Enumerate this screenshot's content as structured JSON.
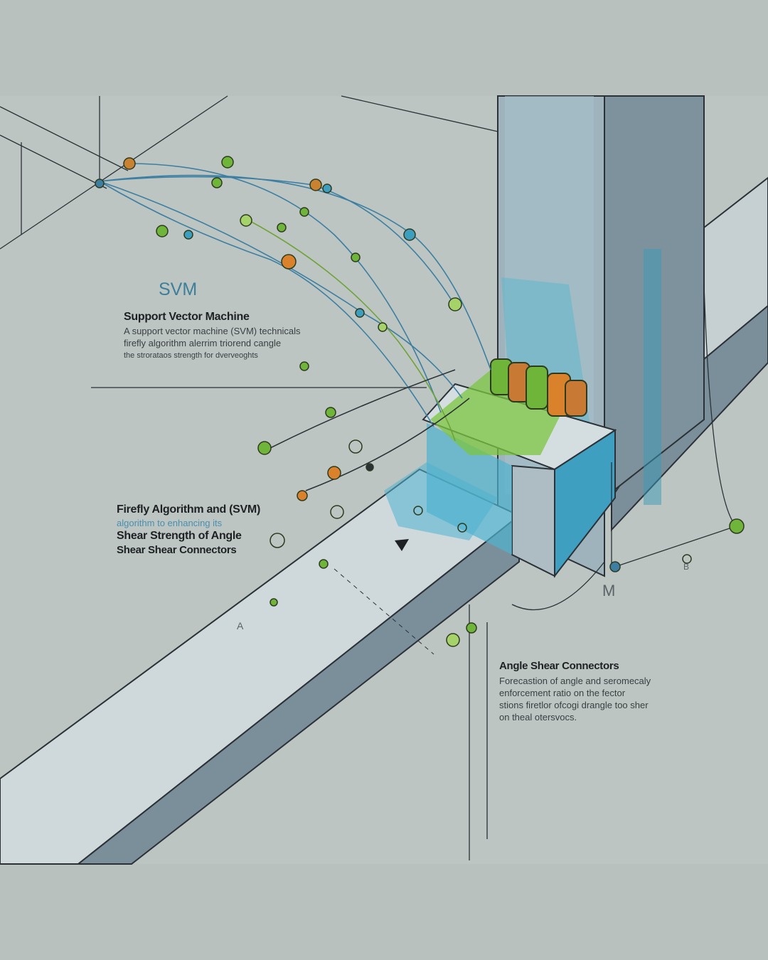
{
  "svm_block": {
    "acronym": "SVM",
    "heading": "Support Vector Machine",
    "body": [
      "A support vector machine (SVM) technicals",
      "firefly algorithm alerrim triorend cangle",
      "the strorataos strength for dverveoghts"
    ]
  },
  "firefly_block": {
    "heading": "Firefly Algorithm and (SVM)",
    "subline": "algorithm to enhancing its",
    "lines": [
      "Shear Strength of Angle",
      "Shear Shear Connectors"
    ]
  },
  "connector_block": {
    "heading": "Angle Shear Connectors",
    "body": [
      "Forecastion of angle and seromecaly",
      "enforcement ratio on the fector",
      "stions firetlor ofcogi drangle too sher",
      "on theal otersvocs."
    ]
  },
  "labels": {
    "m_label": "M",
    "b_label": "B",
    "a_label": "A"
  },
  "colors": {
    "background": "#b8c1bd",
    "accent_blue": "#3c7f9a",
    "node_green": "#6fb53a",
    "node_orange": "#d9822b",
    "column": "#8ea3ae"
  }
}
